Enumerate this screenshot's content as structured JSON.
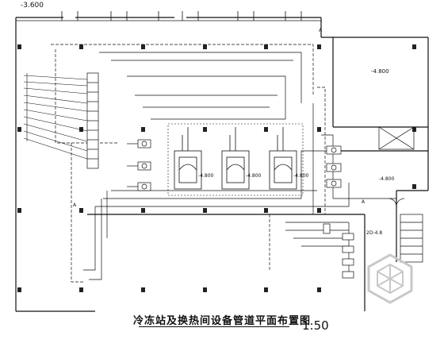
{
  "drawing": {
    "title": "冷冻站及换热间设备管道平面布置图",
    "scale": "1:50",
    "elevation_top": "-3.600",
    "elevation_right_room": "-4.800",
    "elevation_equipment_room": "-4.800",
    "elevation_heat_exchange_room": "-4.800",
    "dimension_note": "2D-4.8"
  },
  "units": {
    "unit_1": "-4.800",
    "unit_2": "-4.800",
    "unit_3": "-4.800"
  },
  "colors": {
    "line": "#111111",
    "column": "#222222",
    "background": "#ffffff",
    "watermark": "#c8c8c8"
  }
}
